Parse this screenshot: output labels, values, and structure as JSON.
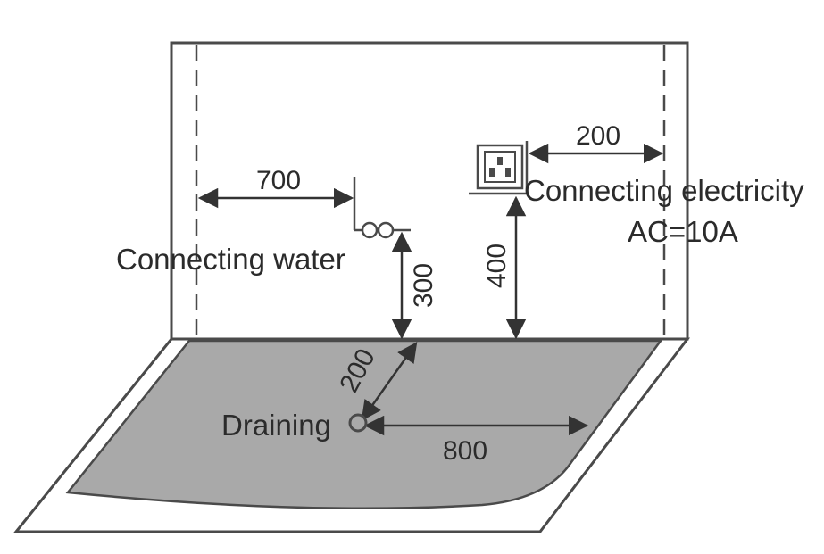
{
  "labels": {
    "water": "Connecting water",
    "electricity": "Connecting electricity",
    "current": "AC=10A",
    "draining": "Draining"
  },
  "dimensions": {
    "water_from_left": "700",
    "electricity_from_right": "200",
    "water_height": "300",
    "electricity_height": "400",
    "drain_from_wall": "200",
    "drain_span": "800"
  },
  "colors": {
    "line": "#4a4a4a",
    "floor_fill": "#a9a9a9",
    "background": "#ffffff"
  }
}
